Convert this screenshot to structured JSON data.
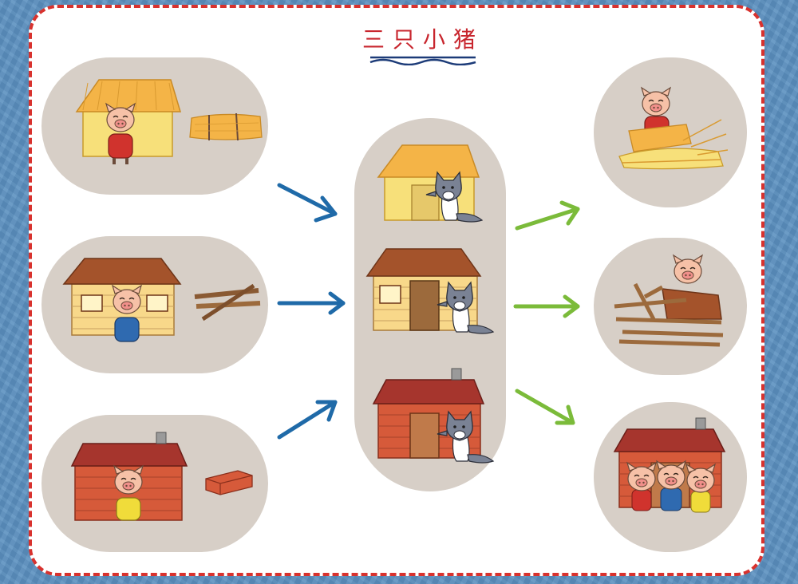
{
  "title": "三只小猪",
  "colors": {
    "frame_border": "#d8322e",
    "pill": "#d7cfc7",
    "blue_arrow": "#1f6aa8",
    "green_arrow": "#7bbb3a",
    "straw": "#f4b447",
    "wood_roof": "#a4532b",
    "brick": "#d65a3a",
    "pig": "#f6c1a7",
    "wolf": "#7a8294"
  },
  "left_column": [
    {
      "house": "straw-house",
      "material": "straw-bundle"
    },
    {
      "house": "wood-house",
      "material": "wood-sticks"
    },
    {
      "house": "brick-house",
      "material": "brick"
    }
  ],
  "middle_column": [
    "wolf-at-straw-house",
    "wolf-at-wood-house",
    "wolf-at-brick-house"
  ],
  "right_column": [
    "straw-house-destroyed",
    "wood-house-destroyed",
    "three-pigs-safe-in-brick-house"
  ]
}
